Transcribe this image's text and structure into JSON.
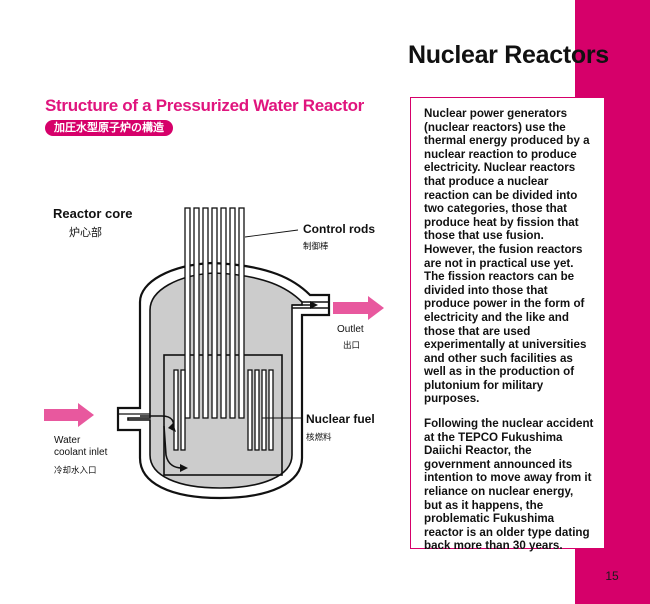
{
  "page": {
    "title": "Nuclear Reactors",
    "number": "15"
  },
  "section": {
    "title": "Structure of a Pressurized Water Reactor",
    "subtitle_jp": "加圧水型原子炉の構造"
  },
  "diagram": {
    "labels": {
      "reactor_core": "Reactor core",
      "reactor_core_jp": "炉心部",
      "control_rods": "Control rods",
      "control_rods_jp": "制御棒",
      "outlet": "Outlet",
      "outlet_jp": "出口",
      "nuclear_fuel": "Nuclear fuel",
      "nuclear_fuel_jp": "核燃料",
      "water_inlet_line1": "Water",
      "water_inlet_line2": "coolant inlet",
      "water_inlet_jp": "冷却水入口"
    },
    "colors": {
      "arrow": "#e8589e",
      "water_fill": "#cccccc",
      "accent": "#d6006a"
    }
  },
  "text": {
    "paragraphs": [
      "Nuclear power generators (nuclear reactors) use the thermal energy produced by a nuclear reaction to produce electricity. Nuclear reactors that produce a nuclear reaction can be divided into two categories, those that produce heat by fission that those that use fusion. However, the fusion reactors are not in practical use yet. The fission reactors can be divided into those that produce power in the form of electricity and the like and those that are used experimentally at universities and other such facilities as well as in the production of plutonium for military purposes.",
      "Following the nuclear accident at the TEPCO Fukushima Daiichi Reactor, the government announced its intention to move away from it reliance on nuclear energy, but as it happens, the problematic Fukushima reactor is an older type dating back more than 30 years."
    ]
  }
}
